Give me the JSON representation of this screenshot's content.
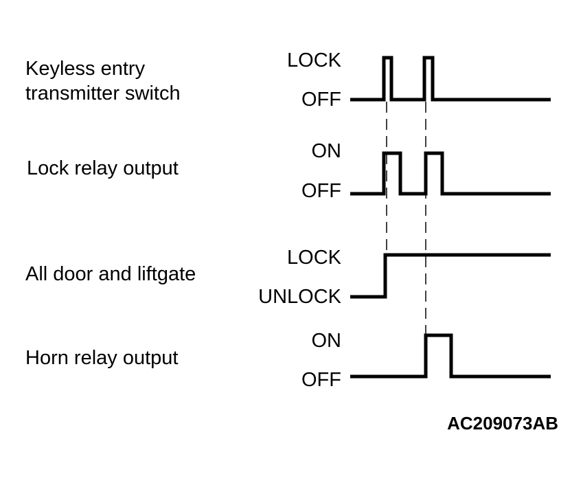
{
  "signals": [
    {
      "name": "Keyless entry\ntransmitter switch",
      "high_state": "LOCK",
      "low_state": "OFF"
    },
    {
      "name": "Lock relay output",
      "high_state": "ON",
      "low_state": "OFF"
    },
    {
      "name": "All door and liftgate",
      "high_state": "LOCK",
      "low_state": "UNLOCK"
    },
    {
      "name": "Horn relay output",
      "high_state": "ON",
      "low_state": "OFF"
    }
  ],
  "figure_code": "AC209073AB",
  "colors": {
    "line": "#000000",
    "background": "#ffffff"
  }
}
